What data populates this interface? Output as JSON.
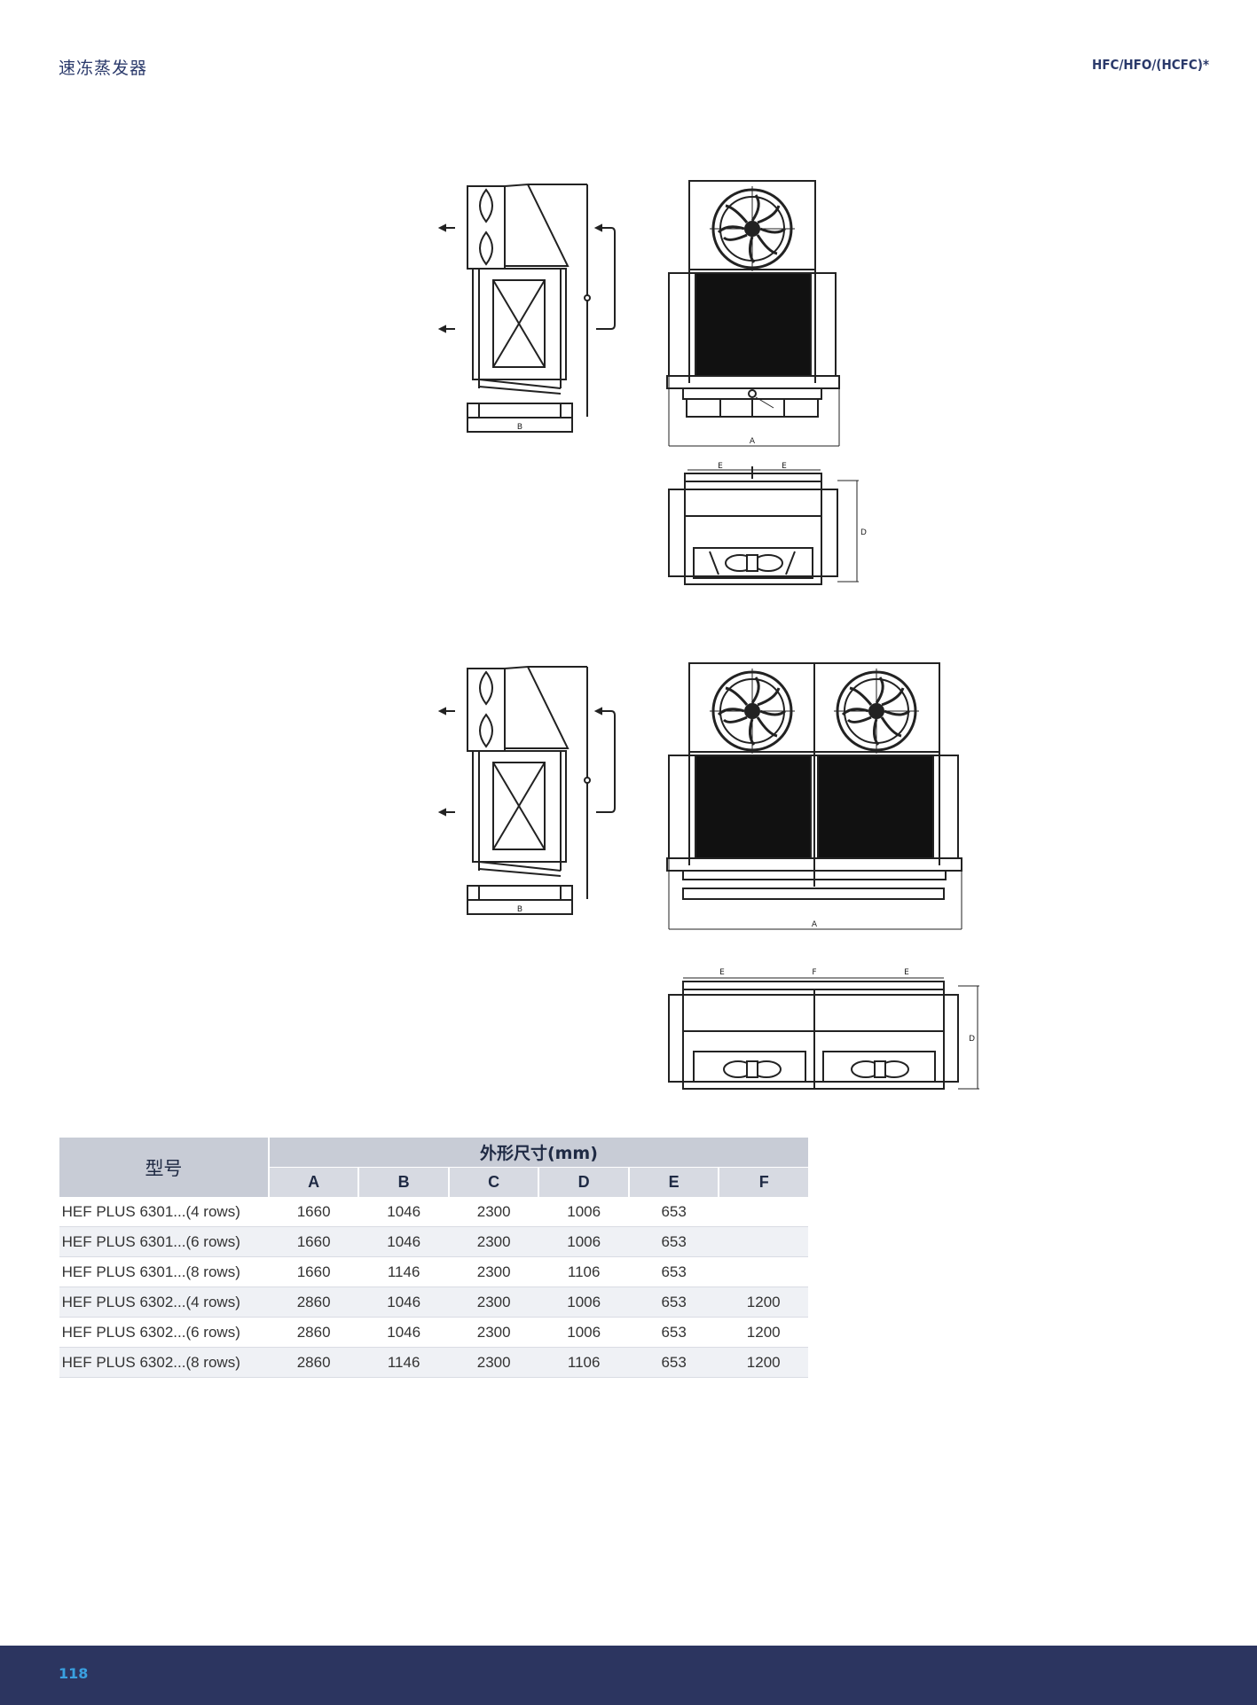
{
  "header": {
    "section_title": "速冻蒸发器",
    "refrigerants": "HFC/HFO/(HCFC)*"
  },
  "drawings": {
    "single": {
      "side_b": "B",
      "front_a": "A",
      "top_e1": "E",
      "top_e2": "E",
      "top_d": "D"
    },
    "double": {
      "side_b": "B",
      "front_a": "A",
      "top_e1": "E",
      "top_f": "F",
      "top_e2": "E",
      "top_d": "D"
    }
  },
  "table": {
    "model_header": "型号",
    "group_header": "外形尺寸(mm)",
    "columns": [
      "A",
      "B",
      "C",
      "D",
      "E",
      "F"
    ],
    "rows": [
      {
        "model": "HEF PLUS 6301...(4 rows)",
        "A": "1660",
        "B": "1046",
        "C": "2300",
        "D": "1006",
        "E": "653",
        "F": ""
      },
      {
        "model": "HEF PLUS 6301...(6 rows)",
        "A": "1660",
        "B": "1046",
        "C": "2300",
        "D": "1006",
        "E": "653",
        "F": ""
      },
      {
        "model": "HEF PLUS 6301...(8 rows)",
        "A": "1660",
        "B": "1146",
        "C": "2300",
        "D": "1106",
        "E": "653",
        "F": ""
      },
      {
        "model": "HEF PLUS 6302...(4 rows)",
        "A": "2860",
        "B": "1046",
        "C": "2300",
        "D": "1006",
        "E": "653",
        "F": "1200"
      },
      {
        "model": "HEF PLUS 6302...(6 rows)",
        "A": "2860",
        "B": "1046",
        "C": "2300",
        "D": "1006",
        "E": "653",
        "F": "1200"
      },
      {
        "model": "HEF PLUS 6302...(8 rows)",
        "A": "2860",
        "B": "1146",
        "C": "2300",
        "D": "1106",
        "E": "653",
        "F": "1200"
      }
    ]
  },
  "footer": {
    "page_number": "118"
  }
}
